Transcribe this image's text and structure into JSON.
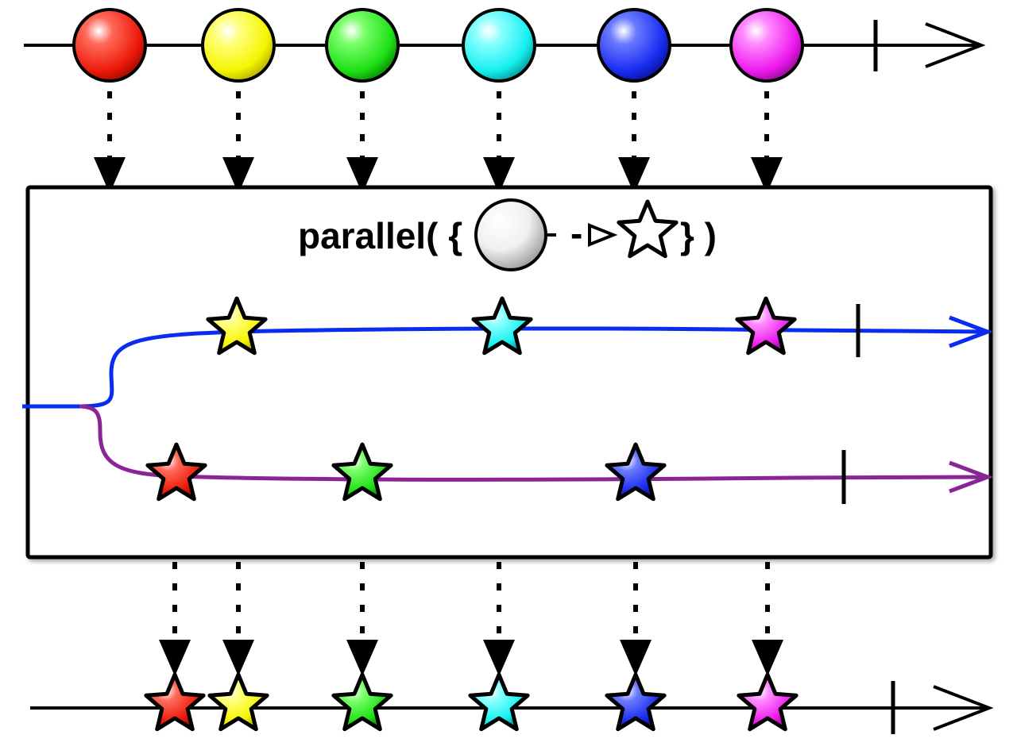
{
  "operator": {
    "label_prefix": "parallel( {",
    "label_suffix": "} )",
    "label_arrow": "-",
    "example_input_shape": "circle",
    "example_output_shape": "star"
  },
  "colors": {
    "red": "#ff2a1a",
    "yellow": "#ffff1a",
    "green": "#22e51a",
    "cyan": "#22ffff",
    "blue": "#2a3cff",
    "magenta": "#ff2aff",
    "rail_blue": "#0a2cf0",
    "rail_purple": "#8a2596"
  },
  "input_items": [
    {
      "shape": "circle",
      "color": "red"
    },
    {
      "shape": "circle",
      "color": "yellow"
    },
    {
      "shape": "circle",
      "color": "green"
    },
    {
      "shape": "circle",
      "color": "cyan"
    },
    {
      "shape": "circle",
      "color": "blue"
    },
    {
      "shape": "circle",
      "color": "magenta"
    }
  ],
  "rails": [
    {
      "name": "rail-1",
      "color": "rail_blue",
      "items": [
        "yellow",
        "cyan",
        "magenta"
      ]
    },
    {
      "name": "rail-2",
      "color": "rail_purple",
      "items": [
        "red",
        "green",
        "blue"
      ]
    }
  ],
  "output_items": [
    {
      "shape": "star",
      "color": "red"
    },
    {
      "shape": "star",
      "color": "yellow"
    },
    {
      "shape": "star",
      "color": "green"
    },
    {
      "shape": "star",
      "color": "cyan"
    },
    {
      "shape": "star",
      "color": "blue"
    },
    {
      "shape": "star",
      "color": "magenta"
    }
  ],
  "icons": {
    "completion": "completion-bar-icon",
    "timeline_arrow": "timeline-arrow-icon"
  }
}
